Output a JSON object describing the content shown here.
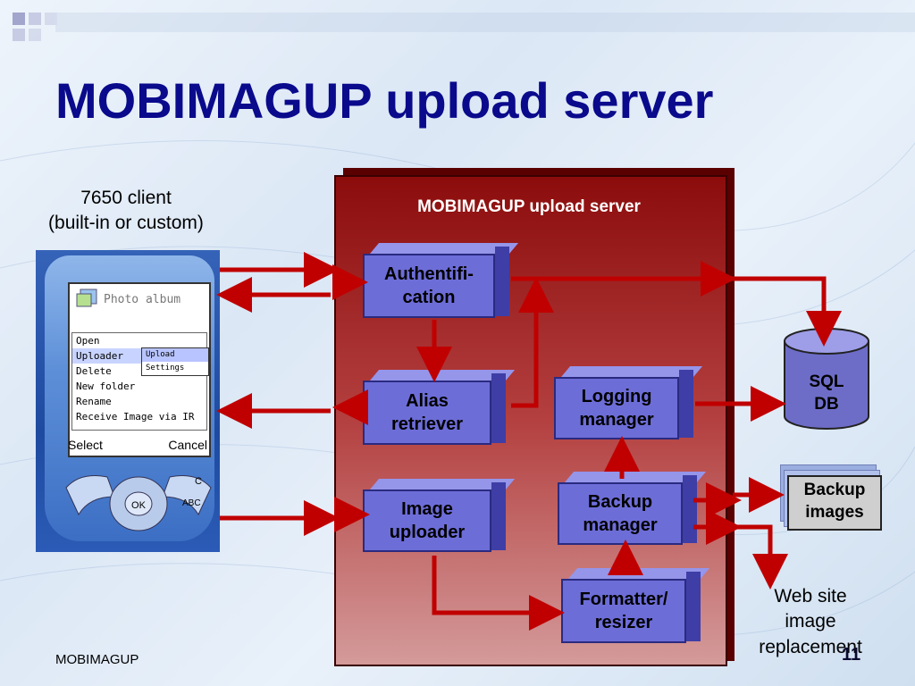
{
  "slide": {
    "title": "MOBIMAGUP upload server",
    "footer_left": "MOBIMAGUP",
    "page_number": "11",
    "client_caption_line1": "7650 client",
    "client_caption_line2": "(built-in or custom)",
    "web_caption_line1": "Web site",
    "web_caption_line2": "image",
    "web_caption_line3": "replacement"
  },
  "server": {
    "label": "MOBIMAGUP upload server",
    "modules": {
      "auth_line1": "Authentifi-",
      "auth_line2": "cation",
      "alias_line1": "Alias",
      "alias_line2": "retriever",
      "uploader_line1": "Image",
      "uploader_line2": "uploader",
      "logging_line1": "Logging",
      "logging_line2": "manager",
      "backup_line1": "Backup",
      "backup_line2": "manager",
      "formatter_line1": "Formatter/",
      "formatter_line2": "resizer"
    }
  },
  "db": {
    "line1": "SQL",
    "line2": "DB"
  },
  "backup_images": {
    "line1": "Backup",
    "line2": "images"
  },
  "phone": {
    "screen_title": "Photo album",
    "menu": [
      "Open",
      "Uploader",
      "Delete",
      "New folder",
      "Rename",
      "Receive Image via IR"
    ],
    "submenu": [
      "Upload",
      "Settings"
    ],
    "left_soft": "Select",
    "right_soft": "Cancel",
    "keypad_center": "OK",
    "key_c": "C",
    "key_abc": "ABC"
  },
  "colors": {
    "title": "#0a0a8c",
    "arrow": "#c00000",
    "module": "#6d6dd8",
    "server": "#a01818"
  }
}
